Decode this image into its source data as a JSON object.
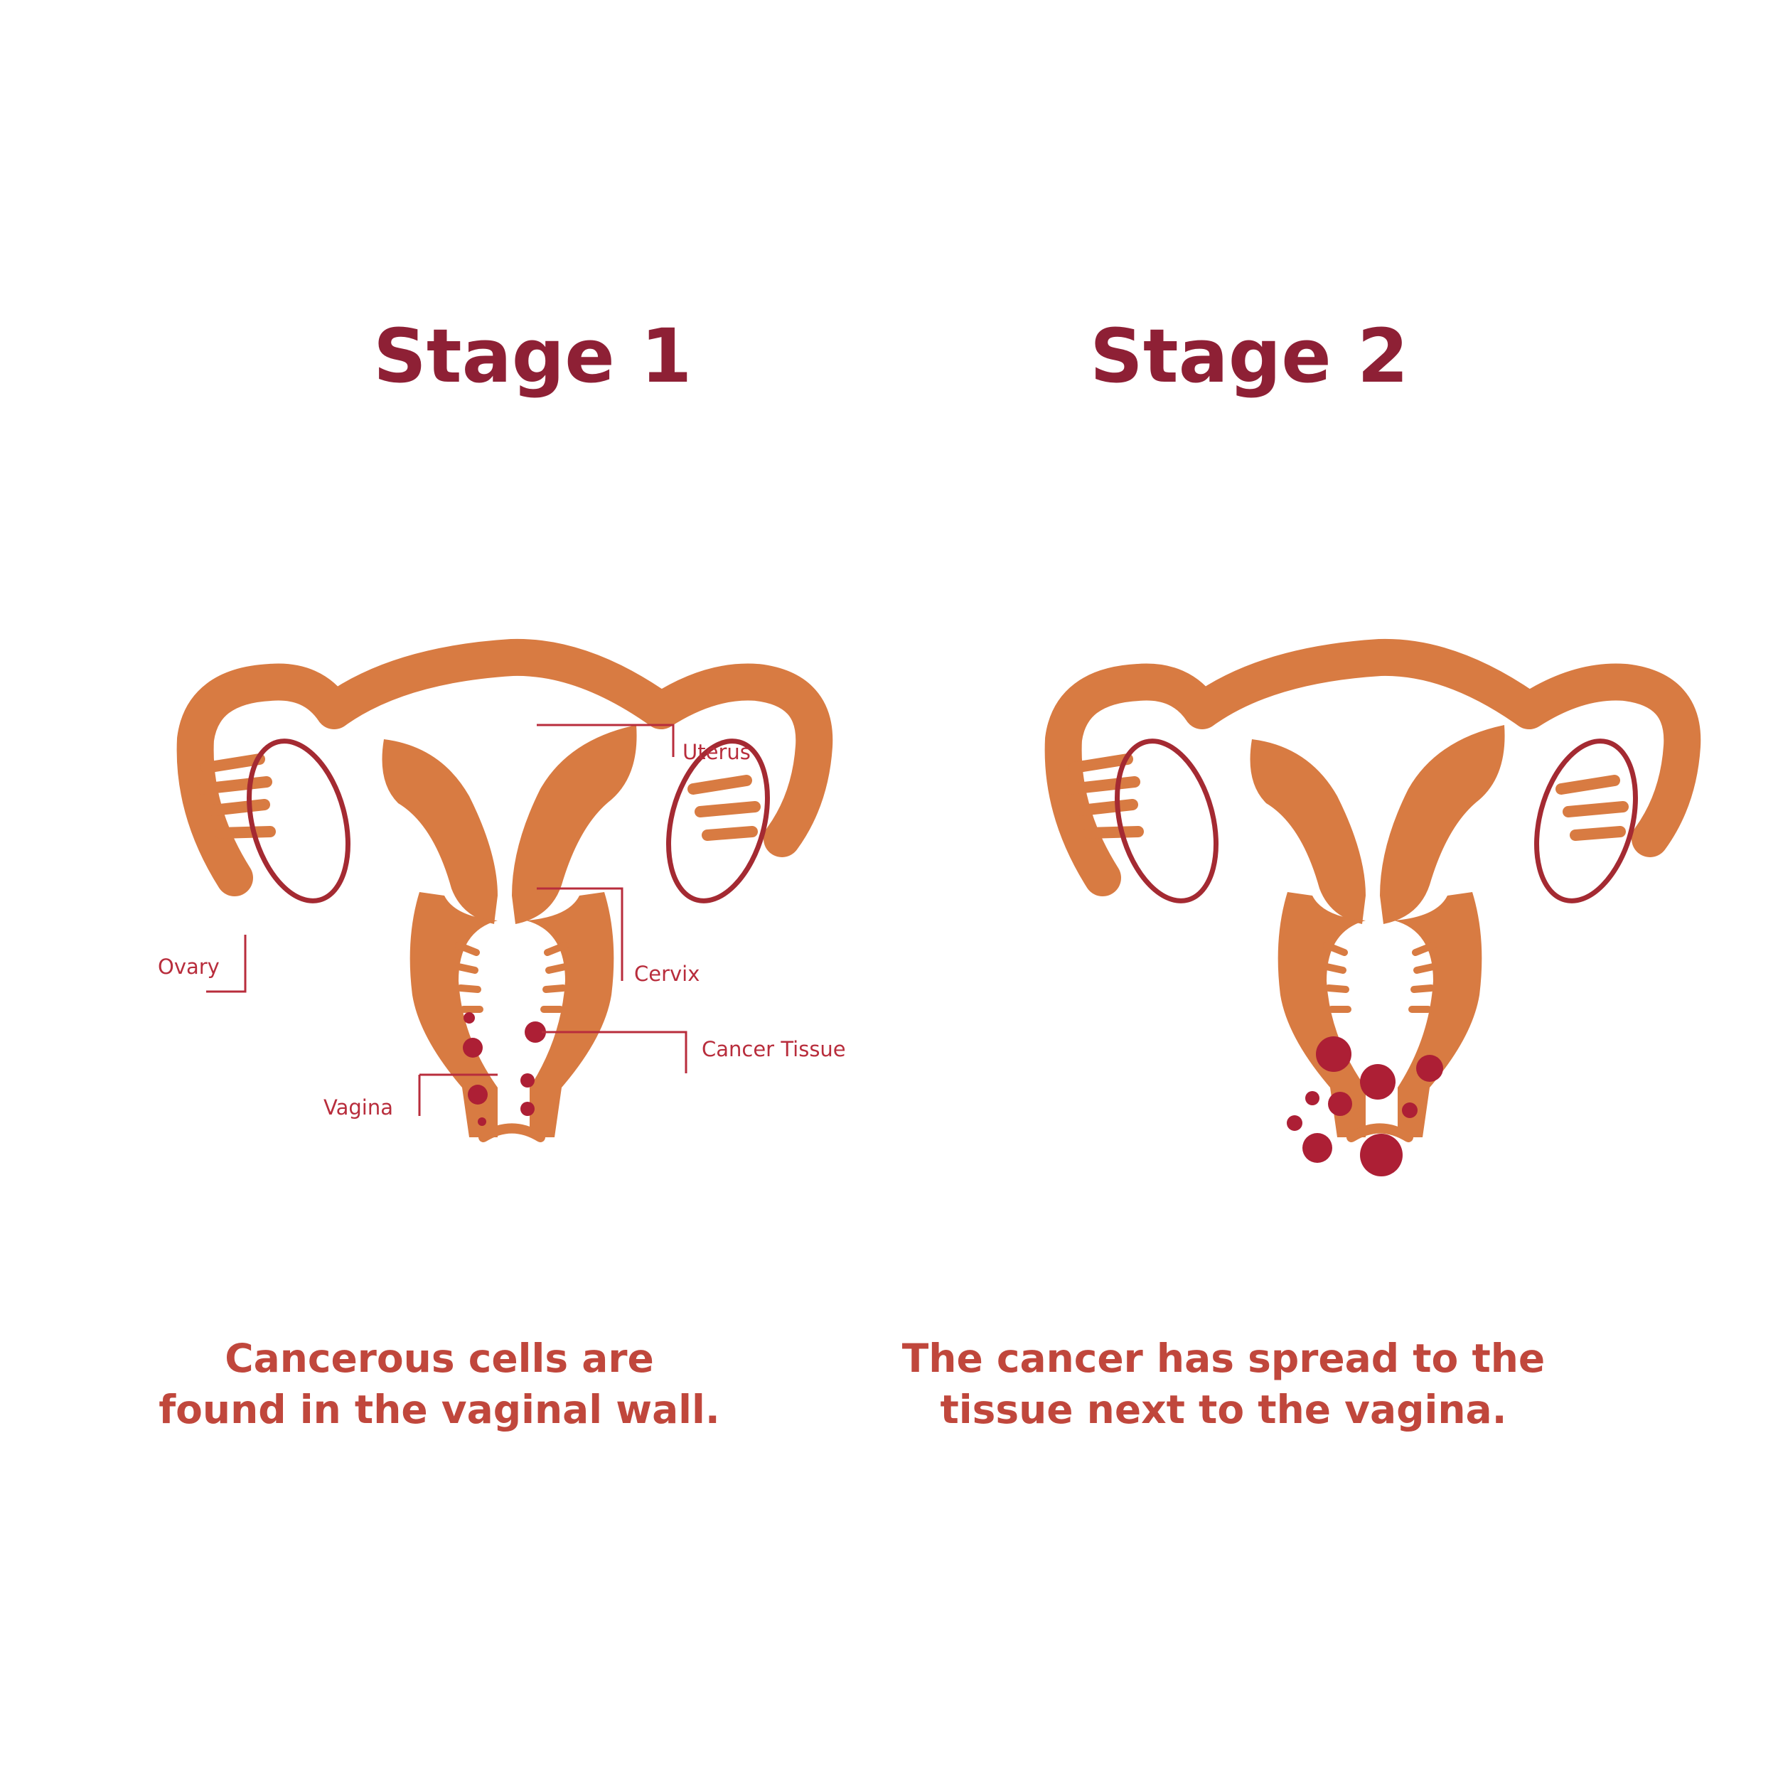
{
  "colors": {
    "organ": "#d87b42",
    "title": "#8e2035",
    "caption": "#c0473c",
    "tumor": "#ad1f35",
    "leader": "#b82d3c"
  },
  "stage1": {
    "title": "Stage 1",
    "caption_line1": "Cancerous cells are",
    "caption_line2": "found in the vaginal wall.",
    "labels": {
      "uterus": "Uterus",
      "cervix": "Cervix",
      "ovary": "Ovary",
      "cancer_tissue": "Cancer Tissue",
      "vagina": "Vagina"
    }
  },
  "stage2": {
    "title": "Stage 2",
    "caption_line1": "The cancer has spread to the",
    "caption_line2": "tissue next to the vagina."
  }
}
